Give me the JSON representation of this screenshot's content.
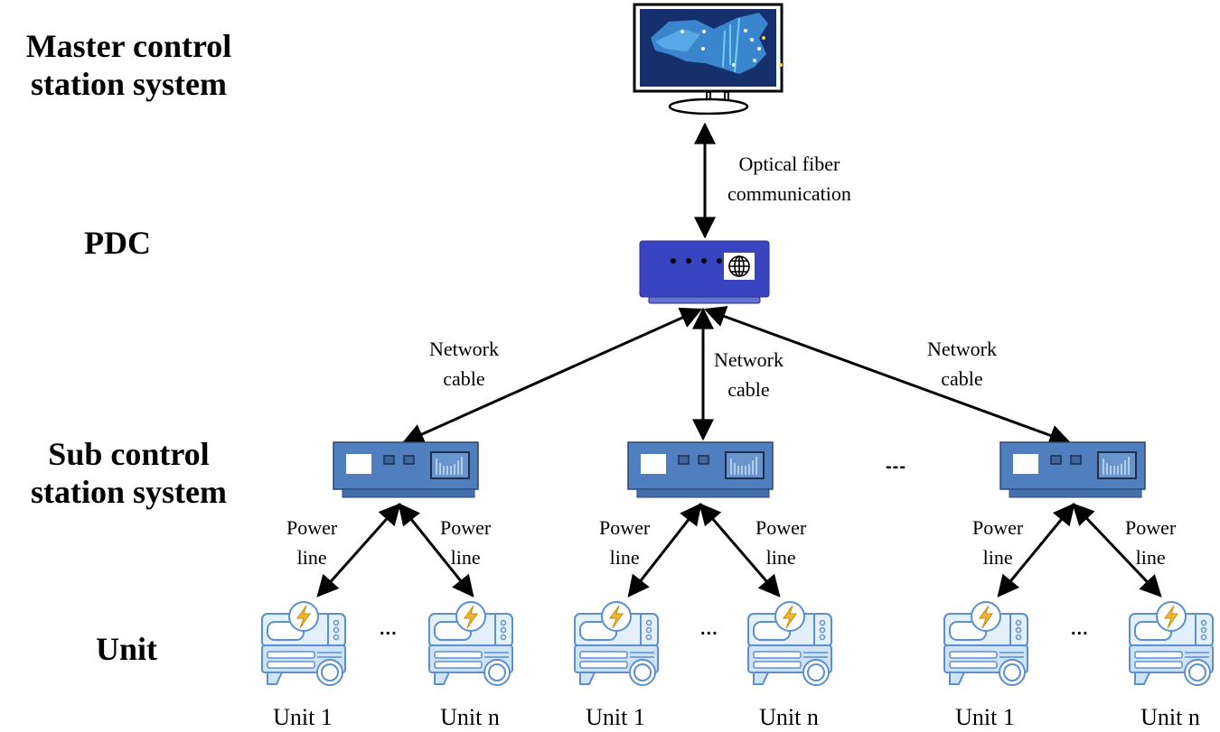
{
  "tiers": {
    "master": [
      "Master control",
      "station system"
    ],
    "pdc": [
      "PDC"
    ],
    "sub": [
      "Sub control",
      "station system"
    ],
    "unit": [
      "Unit"
    ]
  },
  "connections": {
    "fiber": [
      "Optical fiber",
      "communication"
    ],
    "network": [
      "Network",
      "cable"
    ],
    "power": [
      "Power",
      "line"
    ]
  },
  "units": {
    "first": "Unit 1",
    "last": "Unit n"
  },
  "ellipsis": "---",
  "ellipsis_short": "...",
  "colors": {
    "pdc_blue": "#3a44c0",
    "sub_blue": "#4f7fbf",
    "unit_light": "#cfe3f7",
    "unit_stroke": "#5b8fd0",
    "bolt": "#f2b632",
    "screen": "#1d3f8c"
  }
}
